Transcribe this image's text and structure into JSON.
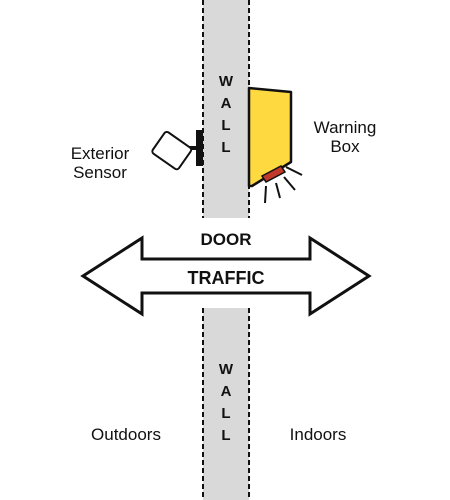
{
  "labels": {
    "wall_top": "WALL",
    "wall_bottom": "WALL",
    "warning_box_line1": "Warning",
    "warning_box_line2": "Box",
    "exterior_sensor_line1": "Exterior",
    "exterior_sensor_line2": "Sensor",
    "door": "DOOR",
    "traffic": "TRAFFIC",
    "outdoors": "Outdoors",
    "indoors": "Indoors"
  },
  "colors": {
    "wall_fill": "#d9d9d9",
    "warning_box_fill": "#ffd940",
    "warning_light": "#c0392b",
    "outline": "#111111"
  },
  "icons": {
    "sensor": "sensor-icon",
    "warning_box": "warning-box-icon",
    "arrow": "double-arrow-icon"
  }
}
